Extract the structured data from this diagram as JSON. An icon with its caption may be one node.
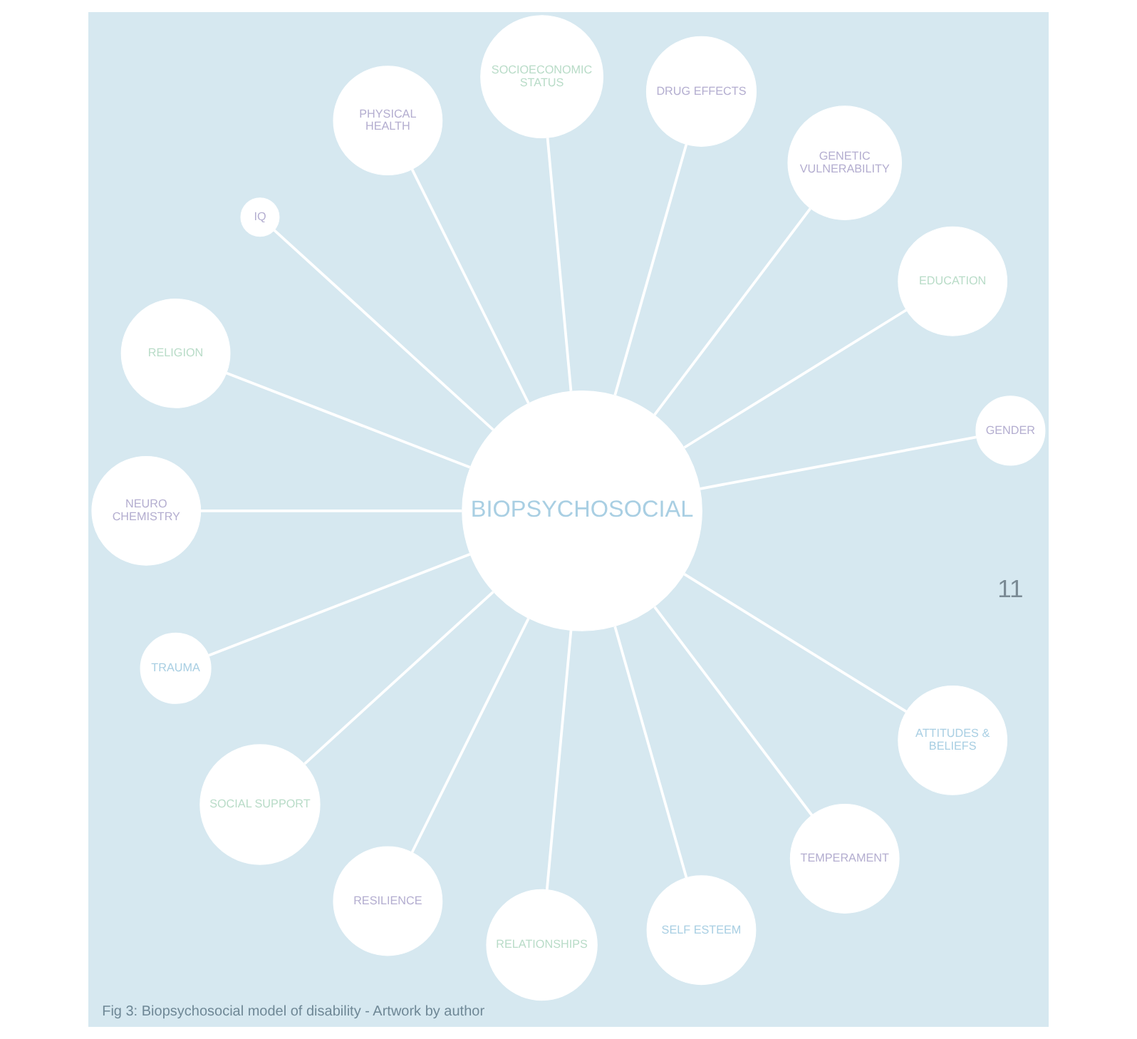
{
  "diagram": {
    "caption": "Fig 3: Biopsychosocial model of disability - Artwork by author",
    "nodes": [
      {
        "text": [
          "BIOPSYCHOSOCIAL"
        ]
      },
      {
        "text": [
          "GENDER"
        ]
      },
      {
        "text": [
          "EDUCATION"
        ]
      },
      {
        "text": [
          "GENETIC VULNERABILITY"
        ]
      },
      {
        "text": [
          "DRUG EFFECTS"
        ]
      },
      {
        "text": [
          "SOCIOECONOMIC STATUS"
        ]
      },
      {
        "text": [
          "PHYSICAL HEALTH"
        ]
      },
      {
        "text": [
          "IQ"
        ]
      },
      {
        "text": [
          "RELIGION"
        ]
      },
      {
        "text": [
          "NEURO CHEMISTRY"
        ]
      },
      {
        "text": [
          "TRAUMA"
        ]
      },
      {
        "text": [
          "SOCIAL SUPPORT"
        ]
      },
      {
        "text": [
          "RESILIENCE"
        ]
      },
      {
        "text": [
          "RELATIONSHIPS"
        ]
      },
      {
        "text": [
          "SELF ESTEEM"
        ]
      },
      {
        "text": [
          "TEMPERAMENT"
        ]
      },
      {
        "text": [
          "ATTITUDES & BELIEFS"
        ]
      }
    ],
    "edges": [
      {
        "from": 0,
        "to": 1,
        "arrow": "none"
      },
      {
        "from": 0,
        "to": 2,
        "arrow": "none"
      },
      {
        "from": 0,
        "to": 3,
        "arrow": "none"
      },
      {
        "from": 0,
        "to": 4,
        "arrow": "none"
      },
      {
        "from": 0,
        "to": 5,
        "arrow": "none"
      },
      {
        "from": 0,
        "to": 6,
        "arrow": "none"
      },
      {
        "from": 0,
        "to": 7,
        "arrow": "none"
      },
      {
        "from": 0,
        "to": 8,
        "arrow": "none"
      },
      {
        "from": 0,
        "to": 9,
        "arrow": "none"
      },
      {
        "from": 0,
        "to": 10,
        "arrow": "none"
      },
      {
        "from": 0,
        "to": 11,
        "arrow": "none"
      },
      {
        "from": 0,
        "to": 12,
        "arrow": "none"
      },
      {
        "from": 0,
        "to": 13,
        "arrow": "none"
      },
      {
        "from": 0,
        "to": 14,
        "arrow": "none"
      },
      {
        "from": 0,
        "to": 15,
        "arrow": "none"
      },
      {
        "from": 0,
        "to": 16,
        "arrow": "none"
      }
    ],
    "labels": [
      "11"
    ]
  }
}
